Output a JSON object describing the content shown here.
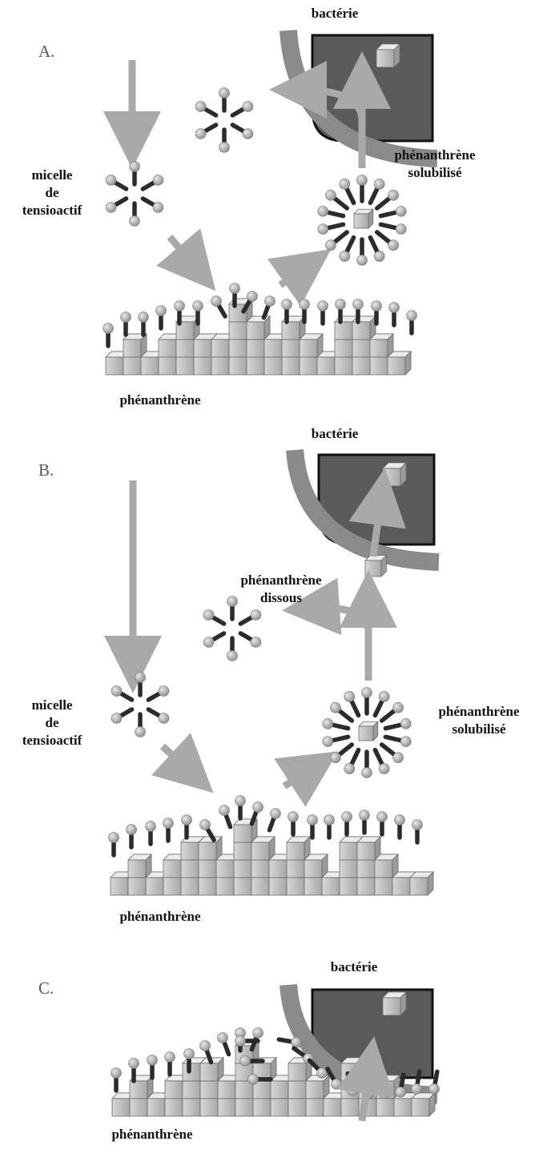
{
  "panels": [
    {
      "letter": "A.",
      "bacteria_label": "bactérie",
      "micelle_label": [
        "micelle",
        "de",
        "tensioactif"
      ],
      "solubilized_label": [
        "phénanthrène",
        "solubilisé"
      ],
      "substrate_label": "phénanthrène"
    },
    {
      "letter": "B.",
      "bacteria_label": "bactérie",
      "dissolved_label": [
        "phénanthrène",
        "dissous"
      ],
      "micelle_label": [
        "micelle",
        "de",
        "tensioactif"
      ],
      "solubilized_label": [
        "phénanthrène",
        "solubilisé"
      ],
      "substrate_label": "phénanthrène"
    },
    {
      "letter": "C.",
      "bacteria_label": "bactérie",
      "substrate_label": "phénanthrène"
    }
  ],
  "colors": {
    "arrow": "#a9a9a9",
    "cell_wall": "#8a8a8a",
    "cell_interior": "#5a5a5a",
    "crystal": "#c8c8c8",
    "surfactant_head": "#b0b0b0",
    "surfactant_tail": "#2b2b2b"
  }
}
